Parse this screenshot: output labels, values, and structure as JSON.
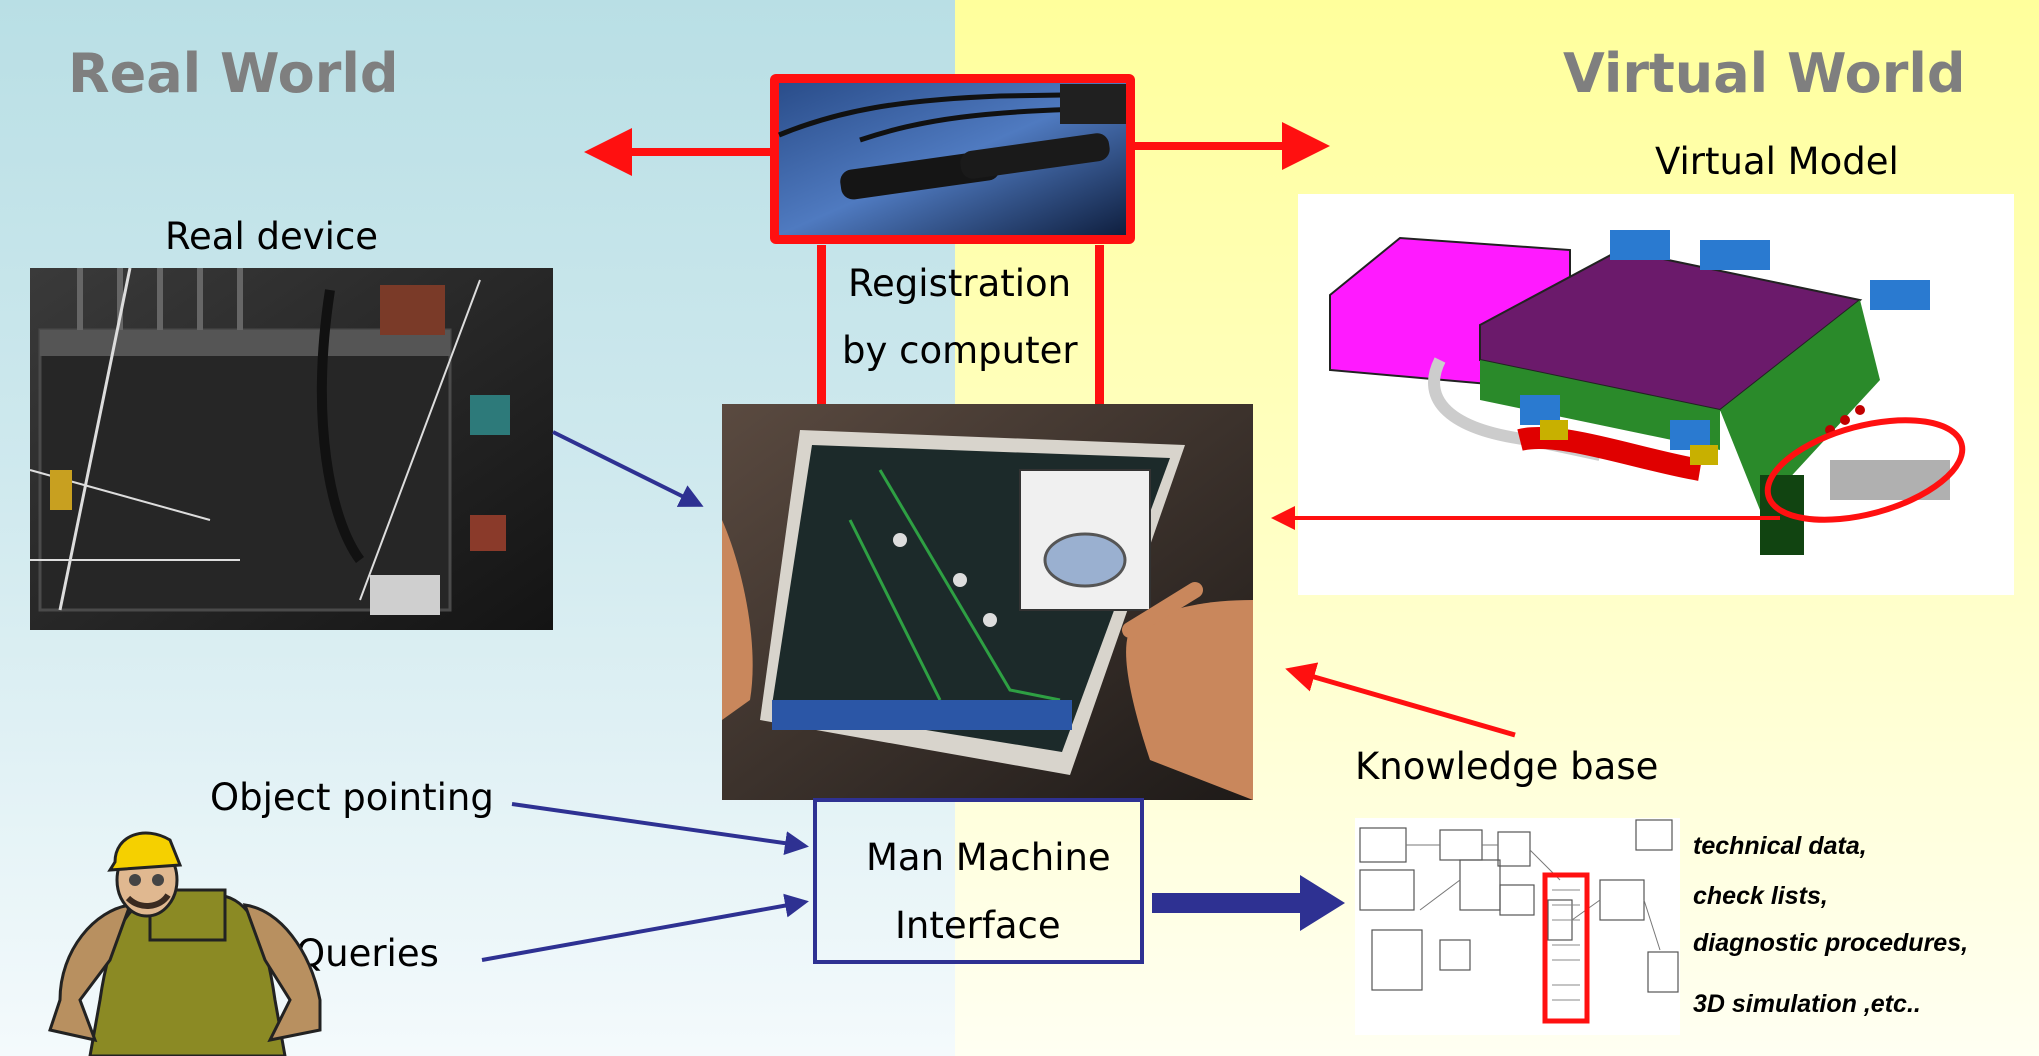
{
  "headings": {
    "real_world": "Real World",
    "virtual_world": "Virtual World"
  },
  "labels": {
    "real_device": "Real device",
    "virtual_model": "Virtual Model",
    "registration_line1": "Registration",
    "registration_line2": "by computer",
    "knowledge_base": "Knowledge base",
    "object_pointing": "Object pointing",
    "queries": "Queries",
    "mmi_line1": "Man Machine",
    "mmi_line2": "Interface"
  },
  "knowledge_items": [
    "technical data,",
    "check lists,",
    "diagnostic procedures,",
    "3D simulation  ,etc.."
  ],
  "colors": {
    "red_arrow": "#ff1010",
    "blue_arrow": "#2e3192",
    "real_bg": "#b9dfe5",
    "virtual_bg": "#ffff9c",
    "heading": "#7f7f7f"
  },
  "icons": [
    "camera-image",
    "real-device-photo",
    "touchscreen-photo",
    "virtual-model-render",
    "knowledge-base-document",
    "worker-illustration"
  ]
}
